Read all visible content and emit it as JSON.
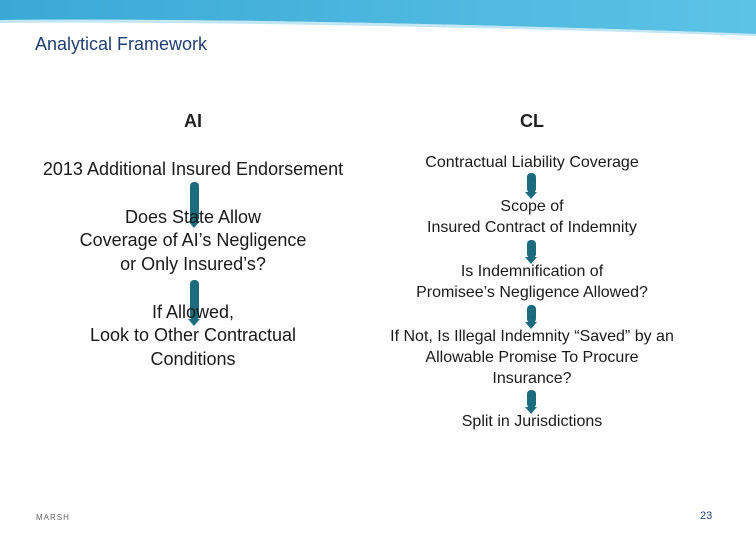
{
  "slide": {
    "title": "Analytical Framework",
    "logo_text": "MARSH",
    "page_number": "23",
    "accent_color": "#1d6b7e",
    "banner_color": "#4fb8de"
  },
  "left_column": {
    "heading": "AI",
    "items": [
      "2013 Additional Insured Endorsement",
      "Does State Allow\nCoverage of AI’s Negligence\nor Only Insured’s?",
      "If Allowed,\nLook to Other Contractual\nConditions"
    ]
  },
  "right_column": {
    "heading": "CL",
    "items": [
      "Contractual Liability Coverage",
      "Scope of\nInsured Contract of Indemnity",
      "Is Indemnification of\nPromisee’s Negligence Allowed?",
      "If Not, Is Illegal Indemnity “Saved” by an\nAllowable Promise To Procure\nInsurance?",
      "Split in Jurisdictions"
    ]
  }
}
